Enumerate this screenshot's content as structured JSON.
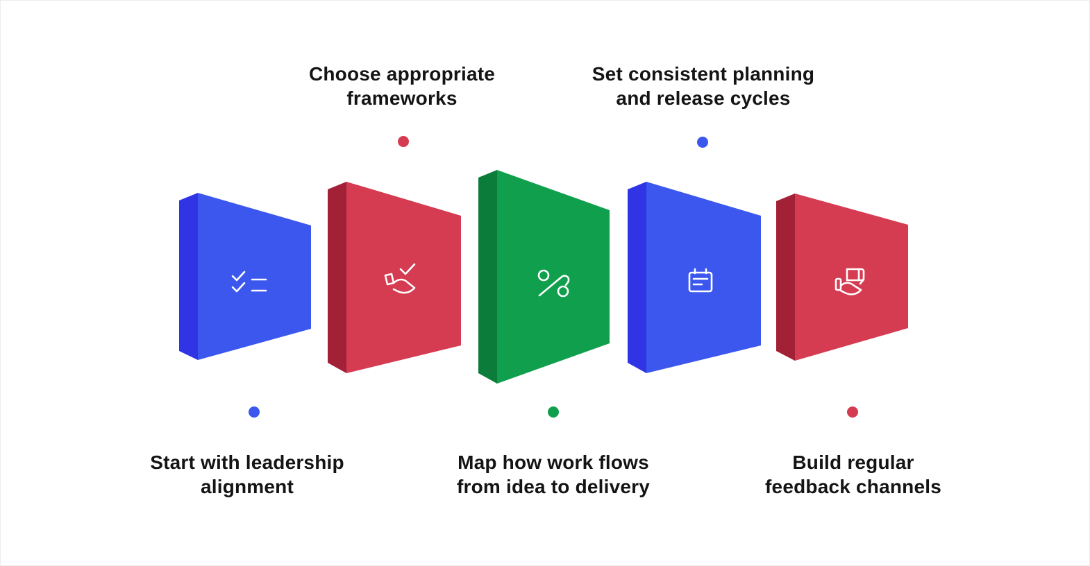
{
  "background": "#ffffff",
  "text_color": "#141414",
  "icon_color": "#ffffff",
  "steps": [
    {
      "id": 1,
      "label": "Start with leadership alignment",
      "lines": [
        "Start with leadership",
        "alignment"
      ],
      "label_position": "bottom",
      "face_color": "#3b57ee",
      "side_color": "#3134e4",
      "dot_color": "#3b57ee",
      "icon": "checklist-icon"
    },
    {
      "id": 2,
      "label": "Choose appropriate frameworks",
      "lines": [
        "Choose appropriate",
        "frameworks"
      ],
      "label_position": "top",
      "face_color": "#d53b51",
      "side_color": "#a32136",
      "dot_color": "#d53b51",
      "icon": "hand-check-icon"
    },
    {
      "id": 3,
      "label": "Map how work flows from idea to delivery",
      "lines": [
        "Map how work flows",
        "from idea to delivery"
      ],
      "label_position": "bottom",
      "face_color": "#10a04d",
      "side_color": "#0b7c3a",
      "dot_color": "#10a04d",
      "icon": "workflow-icon"
    },
    {
      "id": 4,
      "label": "Set consistent planning and release cycles",
      "lines": [
        "Set consistent planning",
        "and release cycles"
      ],
      "label_position": "top",
      "face_color": "#3b57ee",
      "side_color": "#3134e4",
      "dot_color": "#3b57ee",
      "icon": "calendar-icon"
    },
    {
      "id": 5,
      "label": "Build regular feedback channels",
      "lines": [
        "Build regular",
        "feedback channels"
      ],
      "label_position": "bottom",
      "face_color": "#d53b51",
      "side_color": "#a32136",
      "dot_color": "#d53b51",
      "icon": "hand-feedback-icon"
    }
  ]
}
